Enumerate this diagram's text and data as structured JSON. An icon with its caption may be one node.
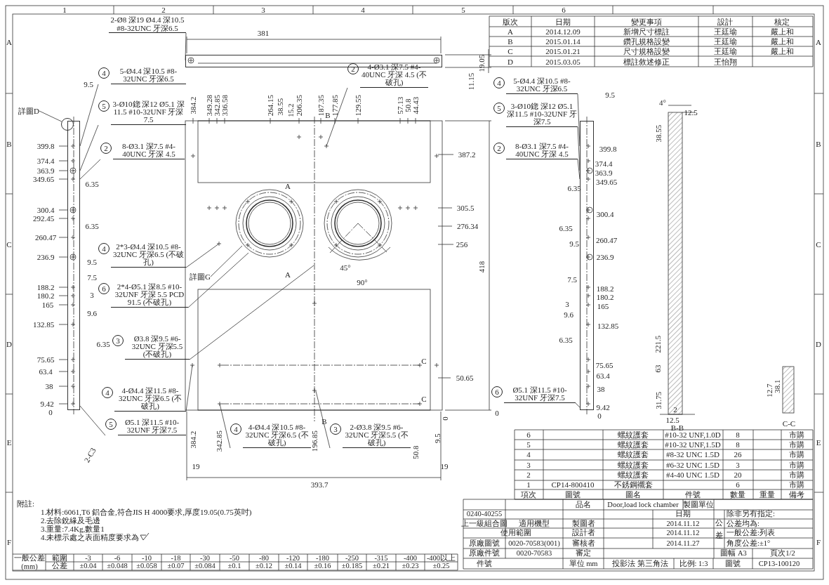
{
  "diagram": {
    "nodes": [
      {
        "text": [
          "2-Ø8 深19 Ø4.4 深10.5 #8-32UNC 牙深6.5"
        ]
      },
      {
        "text": [
          "4"
        ],
        "beside": [
          "5-Ø4.4 深10.5 #8-32UNC 牙深6.5"
        ]
      },
      {
        "text": [
          "2"
        ],
        "beside": [
          "4-Ø3.1 深7.5 #4-40UNC 牙深 4.5 (不破孔)"
        ]
      },
      {
        "text": [
          "4"
        ],
        "beside": [
          "5-Ø4.4 深10.5 #8-32UNC 牙深6.5"
        ]
      },
      {
        "text": [
          "詳圖D"
        ]
      },
      {
        "text": [],
        "shape": "circle"
      },
      {
        "text": [
          "5"
        ],
        "beside": [
          "3-Ø10鍃 深12 Ø5.1 深11.5 #10-32UNF 牙深7.5"
        ]
      },
      {
        "text": [
          "5"
        ],
        "beside": [
          "3-Ø10鍃 深12 Ø5.1 深11.5 #10-32UNF 牙深7.5"
        ]
      },
      {
        "text": [
          "2"
        ],
        "beside": [
          "8-Ø3.1 深7.5 #4-40UNC 牙深 4.5"
        ]
      },
      {
        "text": [
          "2"
        ],
        "beside": [
          "8-Ø3.1 深7.5 #4-40UNC 牙深 4.5"
        ]
      },
      {
        "text": [
          "4"
        ],
        "beside": [
          "2*3-Ø4.4 深10.5 #8-32UNC 牙深6.5 (不破孔)"
        ]
      },
      {
        "text": [
          "詳圖G"
        ]
      },
      {
        "text": [
          "6"
        ],
        "beside": [
          "2*4-Ø5.1 深8.5 #10-32UNF 牙深 5.5 PCD 91.5 (不破孔)"
        ]
      },
      {
        "text": [
          "3"
        ],
        "beside": [
          "Ø3.8 深9.5 #6-32UNC 牙深5.5 (不破孔)"
        ]
      },
      {
        "text": [
          "6"
        ],
        "beside": [
          "Ø5.1 深11.5 #10-32UNF 牙深7.5"
        ]
      },
      {
        "text": [
          "4"
        ],
        "beside": [
          "4-Ø4.4 深11.5 #8-32UNC 牙深6.5 (不破孔)"
        ]
      },
      {
        "text": [
          "5"
        ],
        "beside": [
          "Ø5.1 深11.5 #10-32UNF 牙深7.5"
        ]
      },
      {
        "text": [
          "4"
        ],
        "beside": [
          "4-Ø4.4 深10.5 #8-32UNC 牙深6.5 (不破孔)"
        ]
      },
      {
        "text": [
          "3"
        ],
        "beside": [
          "2-Ø3.8 深9.5 #6-32UNC 牙深5.5 (不破孔)"
        ]
      },
      {
        "text": [],
        "shape": "bar"
      },
      {
        "text": [],
        "shape": "bar"
      },
      {
        "text": [],
        "shape": "box"
      }
    ],
    "edges": [
      {
        "from": 0,
        "to": 21,
        "arrow": "none"
      },
      {
        "from": 1,
        "to": 19,
        "arrow": "none"
      },
      {
        "from": 2,
        "to": null,
        "arrow": "none"
      },
      {
        "from": 3,
        "to": 20,
        "arrow": "none"
      },
      {
        "from": 4,
        "to": 5,
        "arrow": "none"
      },
      {
        "from": 6,
        "to": 19,
        "arrow": "none"
      },
      {
        "from": 7,
        "to": 20,
        "arrow": "none"
      },
      {
        "from": 8,
        "to": 19,
        "arrow": "none"
      },
      {
        "from": 9,
        "to": 20,
        "arrow": "none"
      },
      {
        "from": 10,
        "to": null,
        "arrow": "none"
      },
      {
        "from": 11,
        "to": null,
        "arrow": "none"
      },
      {
        "from": 12,
        "to": null,
        "arrow": "none"
      },
      {
        "from": 13,
        "to": null,
        "arrow": "none"
      },
      {
        "from": 14,
        "to": 20,
        "arrow": "none"
      },
      {
        "from": 15,
        "to": null,
        "arrow": "none"
      },
      {
        "from": 16,
        "to": 19,
        "arrow": "none"
      },
      {
        "from": 17,
        "to": null,
        "arrow": "none"
      },
      {
        "from": 18,
        "to": null,
        "arrow": "none"
      }
    ],
    "labels": [
      "1",
      "2",
      "3",
      "4",
      "5",
      "6",
      "A",
      "B",
      "C",
      "D",
      "E",
      "F",
      "A",
      "B",
      "C",
      "D",
      "E",
      "F",
      "版次",
      "日期",
      "變更事項",
      "設計",
      "核定",
      "A",
      "2014.12.09",
      "新增尺寸標註",
      "王廷瑜",
      "嚴上和",
      "B",
      "2015.01.14",
      "鑽孔規格設變",
      "王廷瑜",
      "嚴上和",
      "C",
      "2015.01.21",
      "尺寸規格設變",
      "王廷瑜",
      "嚴上和",
      "D",
      "2015.03.05",
      "標註敘述修正",
      "王怡翔",
      "381",
      "19.05",
      "11.15",
      "9.5",
      "399.8",
      "374.4",
      "363.9",
      "349.65",
      "6.35",
      "300.4",
      "292.45",
      "6.35",
      "260.47",
      "236.9",
      "9.5",
      "7.5",
      "188.2",
      "180.2",
      "3",
      "165",
      "9.6",
      "132.85",
      "6.35",
      "75.65",
      "63.4",
      "38",
      "9.42",
      "0",
      "2-C3",
      "384.2",
      "349.28",
      "342.85",
      "336.58",
      "264.15",
      "38.55",
      "15.2",
      "206.35",
      "187.35",
      "B",
      "177.85",
      "129.55",
      "57.13",
      "50.8",
      "44.43",
      "387.2",
      "305.5",
      "276.34",
      "256",
      "418",
      "50.65",
      "0",
      "A",
      "A",
      "45°",
      "90°",
      "C",
      "C",
      "B",
      "384.2",
      "342.85",
      "196.85",
      "50.8",
      "0",
      "9.5",
      "19",
      "19",
      "393.7",
      "9.5",
      "399.8",
      "374.4",
      "363.9",
      "349.65",
      "6.35",
      "300.4",
      "6.35",
      "260.47",
      "9.5",
      "236.9",
      "7.5",
      "188.2",
      "180.2",
      "3",
      "165",
      "9.6",
      "132.85",
      "6.35",
      "75.65",
      "63.4",
      "38",
      "9.42",
      "0",
      "4°",
      "12.5",
      "38.55",
      "221.5",
      "63",
      "31.75",
      "2",
      "12.5",
      "B-B",
      "12.7",
      "38.1",
      "C-C",
      "6",
      "螺紋護套",
      "#10-32 UNF,1.0D",
      "8",
      "市購",
      "5",
      "螺紋護套",
      "#10-32 UNF,1.5D",
      "8",
      "市購",
      "4",
      "螺紋護套",
      "#8-32 UNC 1.5D",
      "26",
      "市購",
      "3",
      "螺紋護套",
      "#6-32 UNC 1.5D",
      "3",
      "市購",
      "2",
      "螺紋護套",
      "#4-40 UNC 1.5D",
      "20",
      "市購",
      "1",
      "CP14-800410",
      "不銹鋼襯套",
      "6",
      "市購",
      "項次",
      "圖號",
      "圖名",
      "件號",
      "數量",
      "重量",
      "備考",
      "附註:",
      "1.材料:6061,T6 鋁合金,符合JIS H 4000要求,厚度19.05(0.75英吋)",
      "2.去除銳緣及毛邊",
      "3.重量:7.4Kg,數量1",
      "4.未標示處之表面精度要求為",
      "一般公差 (mm)",
      "範圍",
      "-3",
      "-6",
      "-10",
      "-18",
      "-30",
      "-50",
      "-80",
      "-120",
      "-180",
      "-250",
      "-315",
      "-400",
      "-400以上",
      "公差",
      "±0.04",
      "±0.048",
      "±0.058",
      "±0.07",
      "±0.084",
      "±0.1",
      "±0.12",
      "±0.14",
      "±0.16",
      "±0.185",
      "±0.21",
      "±0.23",
      "±0.25",
      "品名",
      "Door,load lock chamber",
      "製圖單位",
      "0240-40255",
      "日期",
      "公差",
      "除非另有指定:",
      "上一級組合圖",
      "適用機型",
      "製圖者",
      "2014.11.12",
      "公差均為:",
      "使用範圍",
      "設計者",
      "2014.11.12",
      "一般公差:列表",
      "原廠圖號",
      "0020-70583(001)",
      "審核者",
      "2014.11.27",
      "角度公差:±1°",
      "原廠件號",
      "0020-70583",
      "審定",
      "圖幅 A3",
      "頁次1/2",
      "件號",
      "單位 mm",
      "投影法 第三角法",
      "比例: 1:3",
      "圖號",
      "CP13-100120"
    ]
  }
}
